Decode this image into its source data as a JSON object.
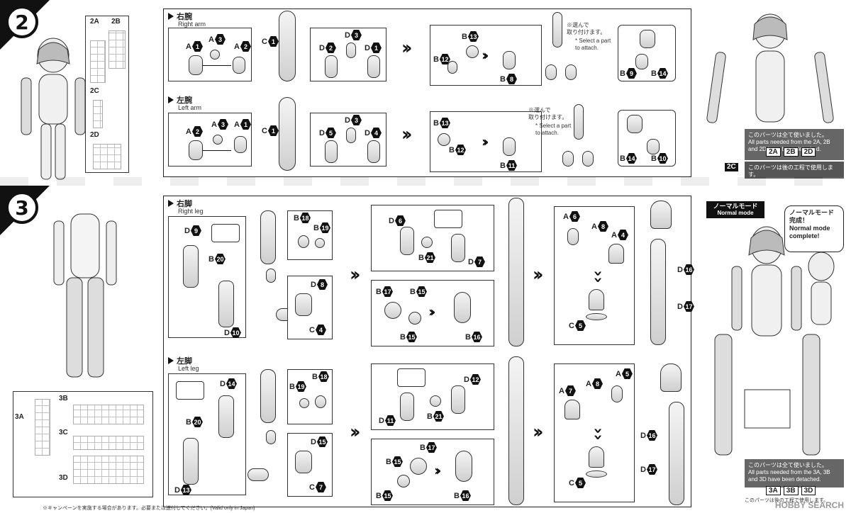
{
  "step2": {
    "number": "2",
    "runners": [
      "2A",
      "2B",
      "2C",
      "2D"
    ],
    "runner_labels": {
      "a2": "A",
      "a2n": "2",
      "b3": "2",
      "b3n": "B",
      "c": "C",
      "d": "D"
    },
    "right_arm": {
      "jp": "右腕",
      "en": "Right arm"
    },
    "left_arm": {
      "jp": "左腕",
      "en": "Left arm"
    },
    "select_note_jp": "※選んで\n取り付けます。",
    "select_note_en": "* Select a part\nto attach.",
    "info_jp": "このパーツは全て使いました。",
    "info_en": "All parts needed from the 2A, 2B\nand 2D have been detached.",
    "info_badges": [
      "2A",
      "2B",
      "2D"
    ],
    "later_badge": "2C",
    "later_jp": "このパーツは後の工程で使用します。",
    "later_en": "This part will be used in a later step."
  },
  "step3": {
    "number": "3",
    "right_leg": {
      "jp": "右脚",
      "en": "Right leg"
    },
    "left_leg": {
      "jp": "左脚",
      "en": "Left leg"
    },
    "runners": [
      "3A",
      "3B",
      "3C",
      "3D"
    ],
    "normal_mode_jp": "ノーマルモード",
    "normal_mode_en": "Normal mode",
    "complete_jp": "ノーマルモード\n完成！",
    "complete_en": "Normal mode\ncomplete!",
    "info_jp": "このパーツは全て使いました。",
    "info_en": "All parts needed from the 3A, 3B\nand 3D have been detached.",
    "info_badges": [
      "3A",
      "3B",
      "3D"
    ],
    "later_jp": "このパーツは後の工程で使用します。"
  },
  "labels": {
    "ra": [
      [
        "A",
        "1"
      ],
      [
        "A",
        "3"
      ],
      [
        "A",
        "2"
      ],
      [
        "C",
        "1"
      ],
      [
        "D",
        "3"
      ],
      [
        "D",
        "2"
      ],
      [
        "D",
        "1"
      ],
      [
        "B",
        "13"
      ],
      [
        "B",
        "12"
      ],
      [
        "B",
        "8"
      ],
      [
        "B",
        "9"
      ],
      [
        "B",
        "14"
      ]
    ],
    "la": [
      [
        "A",
        "2"
      ],
      [
        "A",
        "3"
      ],
      [
        "A",
        "1"
      ],
      [
        "C",
        "1"
      ],
      [
        "D",
        "3"
      ],
      [
        "D",
        "5"
      ],
      [
        "D",
        "4"
      ],
      [
        "B",
        "13"
      ],
      [
        "B",
        "12"
      ],
      [
        "B",
        "11"
      ],
      [
        "B",
        "14"
      ],
      [
        "B",
        "10"
      ]
    ],
    "rl": [
      [
        "D",
        "9"
      ],
      [
        "B",
        "20"
      ],
      [
        "D",
        "10"
      ],
      [
        "B",
        "18"
      ],
      [
        "B",
        "19"
      ],
      [
        "D",
        "8"
      ],
      [
        "C",
        "4"
      ],
      [
        "D",
        "6"
      ],
      [
        "B",
        "21"
      ],
      [
        "D",
        "7"
      ],
      [
        "B",
        "17"
      ],
      [
        "B",
        "15"
      ],
      [
        "B",
        "15"
      ],
      [
        "B",
        "16"
      ],
      [
        "A",
        "6"
      ],
      [
        "A",
        "8"
      ],
      [
        "A",
        "4"
      ],
      [
        "C",
        "5"
      ],
      [
        "D",
        "16"
      ],
      [
        "D",
        "17"
      ]
    ],
    "ll": [
      [
        "D",
        "14"
      ],
      [
        "B",
        "20"
      ],
      [
        "D",
        "13"
      ],
      [
        "B",
        "19"
      ],
      [
        "B",
        "18"
      ],
      [
        "D",
        "15"
      ],
      [
        "C",
        "7"
      ],
      [
        "D",
        "12"
      ],
      [
        "D",
        "11"
      ],
      [
        "B",
        "21"
      ],
      [
        "B",
        "17"
      ],
      [
        "B",
        "15"
      ],
      [
        "B",
        "15"
      ],
      [
        "B",
        "16"
      ],
      [
        "A",
        "7"
      ],
      [
        "A",
        "8"
      ],
      [
        "A",
        "5"
      ],
      [
        "C",
        "5"
      ],
      [
        "D",
        "16"
      ],
      [
        "D",
        "17"
      ]
    ]
  },
  "footer": "※キャンペーンを実施する場合があります。必要または送付してください。(Valid only in Japan)",
  "watermark": "HOBBY SEARCH",
  "colors": {
    "ink": "#111111",
    "info_bg": "#666666"
  }
}
